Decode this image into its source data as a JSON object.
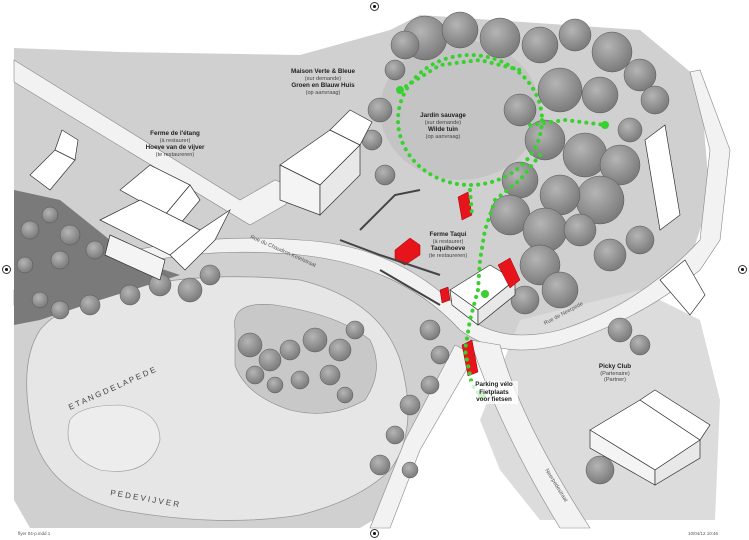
{
  "labels": {
    "maison_verte": {
      "title_fr": "Maison Verte & Bleue",
      "sub_fr": "(sur demande)",
      "title_nl": "Groen en Blauw Huis",
      "sub_nl": "(op aanvraag)"
    },
    "ferme_etang": {
      "title_fr": "Ferme de l'étang",
      "sub_fr": "(à restaurer)",
      "title_nl": "Hoeve van de vijver",
      "sub_nl": "(te restaureren)"
    },
    "jardin": {
      "title_fr": "Jardin sauvage",
      "sub_fr": "(sur demande)",
      "title_nl": "Wilde tuin",
      "sub_nl": "(op aanvraag)"
    },
    "ferme_taqui": {
      "title_fr": "Ferme Taqui",
      "sub_fr": "(à restaurer)",
      "title_nl": "Taquihoeve",
      "sub_nl": "(te restaureren)"
    },
    "parking": {
      "line1": "Parking vélo",
      "line2": "Fietplaats",
      "line3": "voor fietsen"
    },
    "picky": {
      "title": "Picky Club",
      "sub_fr": "(Partenaire)",
      "sub_nl": "(Partner)"
    }
  },
  "map_text": {
    "etang_de": "E T A N G   D E   L A   P E D E",
    "pedevijver": "P E D E V I J V E R",
    "road_1": "Rue du Chaudron  Ketelstraat",
    "road_2": "Rue de Neerpede",
    "road_3": "Neerpedestraat"
  },
  "footer": {
    "left": "flyer 04-p.indd   1",
    "right": "10/04/12   10:46"
  },
  "colors": {
    "route": "#39d12f",
    "building_highlight": "#e8141b",
    "water": "#e6e6e6",
    "ground": "#d3d3d3",
    "trees": "#8a8a8a",
    "road": "#f2f2f2"
  }
}
